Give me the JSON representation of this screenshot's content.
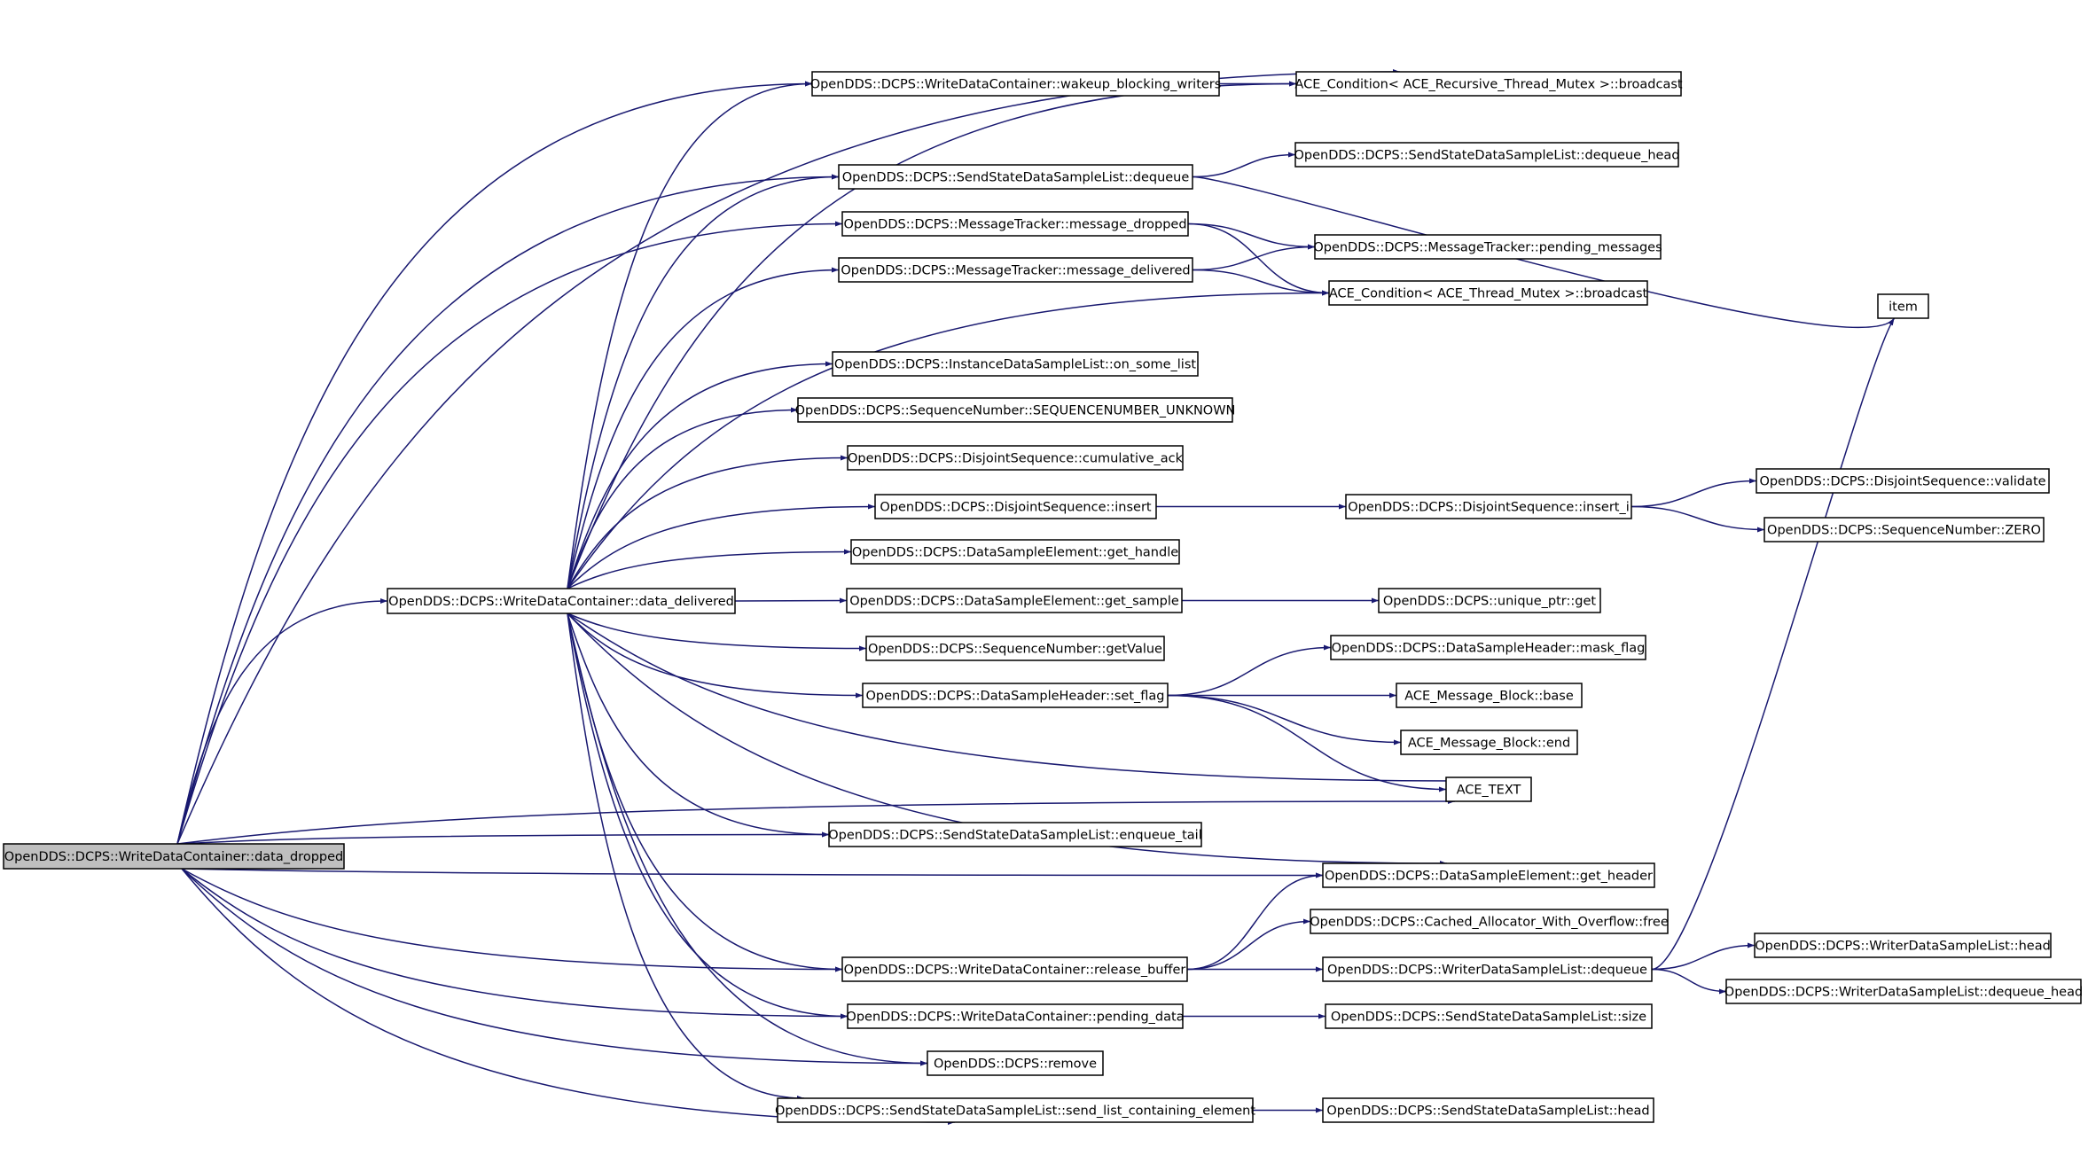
{
  "nodes": {
    "data_dropped": "OpenDDS::DCPS::WriteDataContainer::data_dropped",
    "data_delivered": "OpenDDS::DCPS::WriteDataContainer::data_delivered",
    "wakeup_blocking_writers": "OpenDDS::DCPS::WriteDataContainer::wakeup_blocking_writers",
    "ace_recursive_broadcast": "ACE_Condition< ACE_Recursive_Thread_Mutex >::broadcast",
    "ssdsl_dequeue": "OpenDDS::DCPS::SendStateDataSampleList::dequeue",
    "ssdsl_dequeue_head": "OpenDDS::DCPS::SendStateDataSampleList::dequeue_head",
    "mt_message_dropped": "OpenDDS::DCPS::MessageTracker::message_dropped",
    "mt_pending_messages": "OpenDDS::DCPS::MessageTracker::pending_messages",
    "mt_message_delivered": "OpenDDS::DCPS::MessageTracker::message_delivered",
    "ace_thread_broadcast": "ACE_Condition< ACE_Thread_Mutex >::broadcast",
    "item": "item",
    "idsl_on_some_list": "OpenDDS::DCPS::InstanceDataSampleList::on_some_list",
    "sn_unknown": "OpenDDS::DCPS::SequenceNumber::SEQUENCENUMBER_UNKNOWN",
    "ds_cumulative_ack": "OpenDDS::DCPS::DisjointSequence::cumulative_ack",
    "ds_insert": "OpenDDS::DCPS::DisjointSequence::insert",
    "ds_insert_i": "OpenDDS::DCPS::DisjointSequence::insert_i",
    "ds_validate": "OpenDDS::DCPS::DisjointSequence::validate",
    "sn_zero": "OpenDDS::DCPS::SequenceNumber::ZERO",
    "dse_get_handle": "OpenDDS::DCPS::DataSampleElement::get_handle",
    "dse_get_sample": "OpenDDS::DCPS::DataSampleElement::get_sample",
    "unique_ptr_get": "OpenDDS::DCPS::unique_ptr::get",
    "sn_getvalue": "OpenDDS::DCPS::SequenceNumber::getValue",
    "dsh_mask_flag": "OpenDDS::DCPS::DataSampleHeader::mask_flag",
    "dsh_set_flag": "OpenDDS::DCPS::DataSampleHeader::set_flag",
    "amb_base": "ACE_Message_Block::base",
    "amb_end": "ACE_Message_Block::end",
    "ace_text": "ACE_TEXT",
    "ssdsl_enqueue_tail": "OpenDDS::DCPS::SendStateDataSampleList::enqueue_tail",
    "dse_get_header": "OpenDDS::DCPS::DataSampleElement::get_header",
    "cawo_free": "OpenDDS::DCPS::Cached_Allocator_With_Overflow::free",
    "wdc_release_buffer": "OpenDDS::DCPS::WriteDataContainer::release_buffer",
    "wdsl_dequeue": "OpenDDS::DCPS::WriterDataSampleList::dequeue",
    "wdsl_head": "OpenDDS::DCPS::WriterDataSampleList::head",
    "wdsl_dequeue_head": "OpenDDS::DCPS::WriterDataSampleList::dequeue_head",
    "wdc_pending_data": "OpenDDS::DCPS::WriteDataContainer::pending_data",
    "ssdsl_size": "OpenDDS::DCPS::SendStateDataSampleList::size",
    "dcps_remove": "OpenDDS::DCPS::remove",
    "ssdsl_send_list": "OpenDDS::DCPS::SendStateDataSampleList::send_list_containing_element",
    "ssdsl_head": "OpenDDS::DCPS::SendStateDataSampleList::head"
  },
  "edges": [
    [
      "data_dropped",
      "ace_recursive_broadcast"
    ],
    [
      "data_dropped",
      "wakeup_blocking_writers"
    ],
    [
      "data_dropped",
      "ssdsl_dequeue"
    ],
    [
      "data_dropped",
      "mt_message_dropped"
    ],
    [
      "data_dropped",
      "data_delivered"
    ],
    [
      "data_dropped",
      "ssdsl_enqueue_tail"
    ],
    [
      "data_dropped",
      "ace_text"
    ],
    [
      "data_dropped",
      "dse_get_header"
    ],
    [
      "data_dropped",
      "wdc_release_buffer"
    ],
    [
      "data_dropped",
      "wdc_pending_data"
    ],
    [
      "data_dropped",
      "dcps_remove"
    ],
    [
      "data_dropped",
      "ssdsl_send_list"
    ],
    [
      "data_delivered",
      "wakeup_blocking_writers"
    ],
    [
      "data_delivered",
      "ace_recursive_broadcast"
    ],
    [
      "data_delivered",
      "ssdsl_dequeue"
    ],
    [
      "data_delivered",
      "mt_message_delivered"
    ],
    [
      "data_delivered",
      "ace_thread_broadcast"
    ],
    [
      "data_delivered",
      "idsl_on_some_list"
    ],
    [
      "data_delivered",
      "sn_unknown"
    ],
    [
      "data_delivered",
      "ds_cumulative_ack"
    ],
    [
      "data_delivered",
      "ds_insert"
    ],
    [
      "data_delivered",
      "dse_get_handle"
    ],
    [
      "data_delivered",
      "dse_get_sample"
    ],
    [
      "data_delivered",
      "sn_getvalue"
    ],
    [
      "data_delivered",
      "dsh_set_flag"
    ],
    [
      "data_delivered",
      "ace_text"
    ],
    [
      "data_delivered",
      "dse_get_header"
    ],
    [
      "data_delivered",
      "ssdsl_enqueue_tail"
    ],
    [
      "data_delivered",
      "wdc_release_buffer"
    ],
    [
      "data_delivered",
      "wdc_pending_data"
    ],
    [
      "data_delivered",
      "dcps_remove"
    ],
    [
      "data_delivered",
      "ssdsl_send_list"
    ],
    [
      "wakeup_blocking_writers",
      "ace_recursive_broadcast"
    ],
    [
      "ssdsl_dequeue",
      "ssdsl_dequeue_head"
    ],
    [
      "ssdsl_dequeue",
      "item"
    ],
    [
      "mt_message_dropped",
      "mt_pending_messages"
    ],
    [
      "mt_message_dropped",
      "ace_thread_broadcast"
    ],
    [
      "mt_message_delivered",
      "mt_pending_messages"
    ],
    [
      "mt_message_delivered",
      "ace_thread_broadcast"
    ],
    [
      "ds_insert",
      "ds_insert_i"
    ],
    [
      "ds_insert_i",
      "ds_validate"
    ],
    [
      "ds_insert_i",
      "sn_zero"
    ],
    [
      "dse_get_sample",
      "unique_ptr_get"
    ],
    [
      "dsh_set_flag",
      "dsh_mask_flag"
    ],
    [
      "dsh_set_flag",
      "amb_base"
    ],
    [
      "dsh_set_flag",
      "amb_end"
    ],
    [
      "dsh_set_flag",
      "ace_text"
    ],
    [
      "wdc_release_buffer",
      "dse_get_header"
    ],
    [
      "wdc_release_buffer",
      "cawo_free"
    ],
    [
      "wdc_release_buffer",
      "wdsl_dequeue"
    ],
    [
      "wdsl_dequeue",
      "item"
    ],
    [
      "wdsl_dequeue",
      "wdsl_head"
    ],
    [
      "wdsl_dequeue",
      "wdsl_dequeue_head"
    ],
    [
      "wdc_pending_data",
      "ssdsl_size"
    ],
    [
      "ssdsl_send_list",
      "ssdsl_head"
    ]
  ],
  "colors": {
    "edge": "#191970",
    "root_fill": "#bfbfbf",
    "node_fill": "#ffffff",
    "node_border": "#000000"
  }
}
